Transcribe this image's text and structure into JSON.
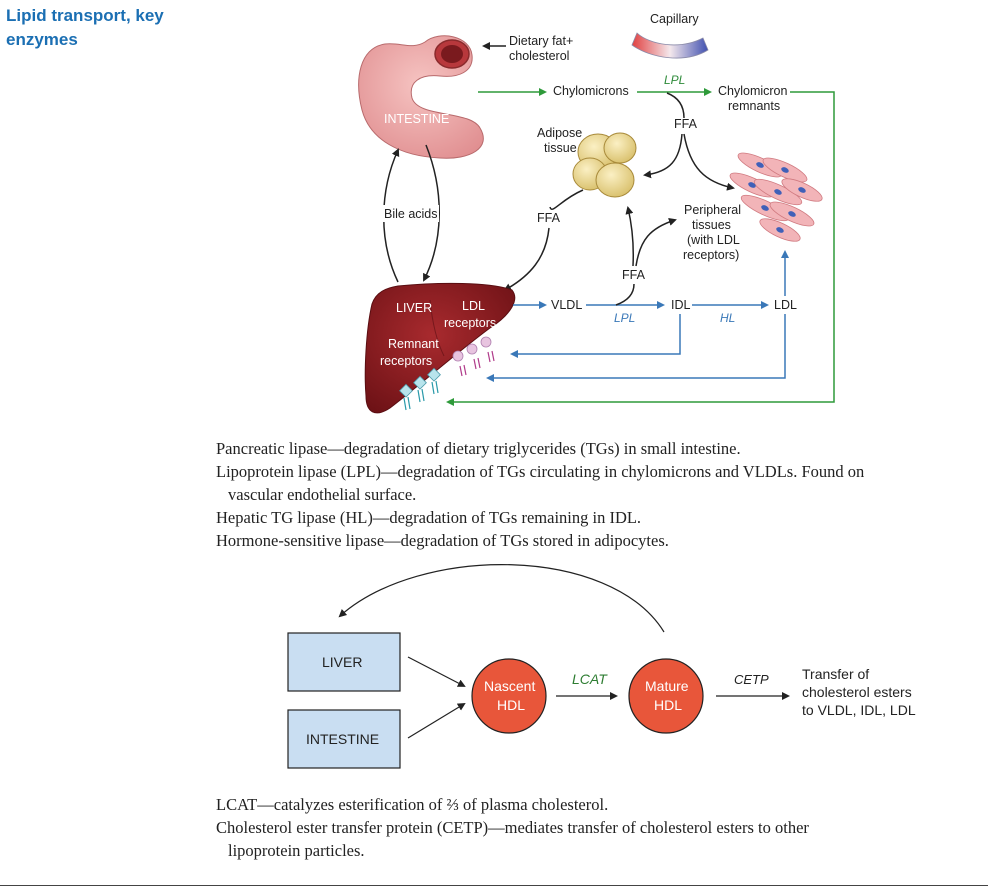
{
  "heading": "Lipid transport, key enzymes",
  "diagram": {
    "capillary": "Capillary",
    "dietary_fat_1": "Dietary fat+",
    "dietary_fat_2": "cholesterol",
    "intestine": "INTESTINE",
    "chylomicrons": "Chylomicrons",
    "lpl_top": "LPL",
    "chylo_remnants_1": "Chylomicron",
    "chylo_remnants_2": "remnants",
    "ffa_top": "FFA",
    "adipose_1": "Adipose",
    "adipose_2": "tissue",
    "bile_acids": "Bile acids",
    "ffa_left": "FFA",
    "ffa_mid": "FFA",
    "peripheral_1": "Peripheral",
    "peripheral_2": "tissues",
    "peripheral_3": "(with LDL",
    "peripheral_4": "receptors)",
    "liver": "LIVER",
    "ldl_receptors_1": "LDL",
    "ldl_receptors_2": "receptors",
    "remnant_receptors_1": "Remnant",
    "remnant_receptors_2": "receptors",
    "vldl": "VLDL",
    "lpl_bottom": "LPL",
    "idl": "IDL",
    "hl": "HL",
    "ldl": "LDL"
  },
  "enzymes_text": [
    "Pancreatic lipase—degradation of dietary triglycerides (TGs) in small intestine.",
    "Lipoprotein lipase (LPL)—degradation of TGs circulating in chylomicrons and VLDLs. Found on",
    "vascular endothelial surface.",
    "Hepatic TG lipase (HL)—degradation of TGs remaining in IDL.",
    "Hormone-sensitive lipase—degradation of TGs stored in adipocytes."
  ],
  "hdl_diagram": {
    "liver_box": "LIVER",
    "intestine_box": "INTESTINE",
    "nascent_1": "Nascent",
    "nascent_2": "HDL",
    "lcat": "LCAT",
    "mature_1": "Mature",
    "mature_2": "HDL",
    "cetp": "CETP",
    "transfer_1": "Transfer of",
    "transfer_2": "cholesterol esters",
    "transfer_3": "to VLDL, IDL, LDL"
  },
  "hdl_text": [
    "LCAT—catalyzes esterification of ⅔ of plasma cholesterol.",
    "Cholesterol ester transfer protein (CETP)—mediates transfer of cholesterol esters to other",
    "lipoprotein particles."
  ],
  "colors": {
    "heading": "#1b6fb3",
    "green_arrow": "#2e9a3a",
    "blue_arrow": "#3a78b8",
    "liver": "#8e1a1f",
    "hdl_circle": "#e8563a",
    "box_fill": "#c9def2"
  }
}
